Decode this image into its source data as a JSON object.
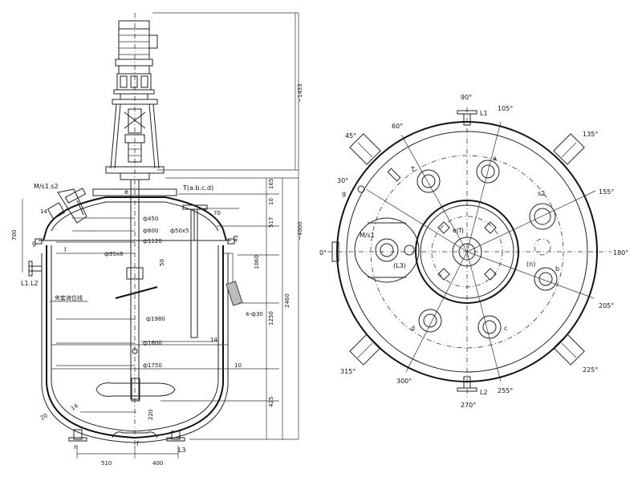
{
  "side_view": {
    "nozzle_labels": {
      "ms": "M/s1.s2",
      "e": "e",
      "t": "T(a.b.c.d)",
      "g": "g",
      "i": "I",
      "l1l2": "L1.L2",
      "n": "n",
      "f": "f",
      "l3": "L3"
    },
    "heights": {
      "h700": "700",
      "h14": "14"
    },
    "dims_left": [
      "ф450",
      "ф600",
      "ф1120",
      "ф95x8",
      "ф1980",
      "ф1600",
      "ф1750"
    ],
    "dims_middle": {
      "d50x5": "ф50x5",
      "d70": "70",
      "d45": "45",
      "d50": "50",
      "d14": "14",
      "d10": "10",
      "d4x30": "4-ф30",
      "d220": "220",
      "d20": "20",
      "d14b": "14"
    },
    "dims_right": {
      "d165": "165",
      "d10": "10",
      "d517": "517",
      "d1060": "1060",
      "d1250": "1250",
      "d425": "425",
      "d2460": "2460",
      "d4000": "~4000",
      "d1433": "~1433"
    },
    "dims_bottom": {
      "d510": "510",
      "d400": "400"
    },
    "leader_note": "夹套液位线"
  },
  "top_view": {
    "angles": {
      "a90": "90°",
      "a105": "105°",
      "a60": "60°",
      "a45": "45°",
      "a135": "135°",
      "a30": "30°",
      "a155": "155°",
      "a0": "0°",
      "a180": "180°",
      "a205": "205°",
      "a315": "315°",
      "a300": "300°",
      "a255": "255°",
      "a225": "225°",
      "a270": "270°"
    },
    "nozzles": {
      "l1": "L1",
      "l2": "L2",
      "a": "a",
      "t": "T",
      "s2": "s2",
      "g": "g",
      "ms1": "M/s1",
      "ef": "e(f)",
      "l3": "(L3)",
      "n": "(n)",
      "b": "b",
      "c": "c",
      "d": "d"
    }
  }
}
